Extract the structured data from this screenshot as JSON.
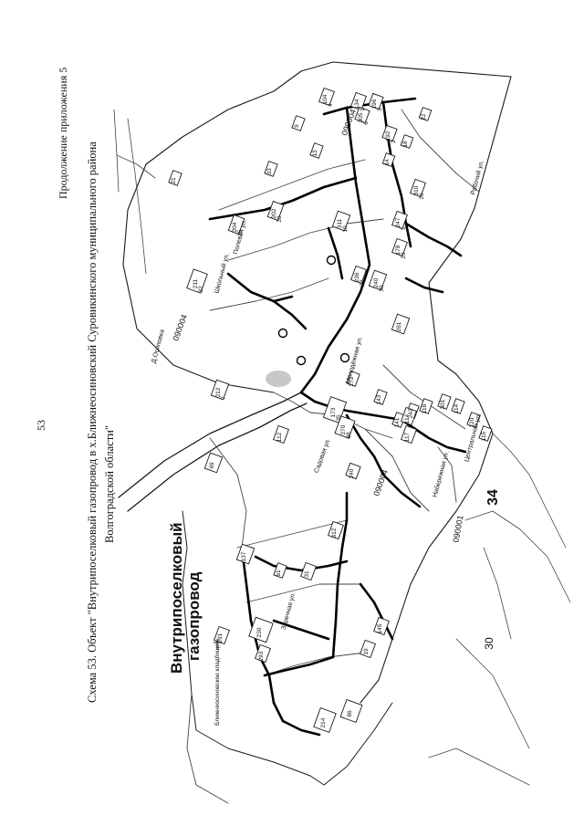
{
  "page": {
    "number": "53",
    "continuation": "Продолжение приложения 5"
  },
  "caption": {
    "line1": "Схема 53. Объект \"Внутрипоселковый газопровод в х.Ближнеосиновский Суровикинского муниципального района",
    "line2": "Волгоградской области\""
  },
  "legend": {
    "title_line1": "Внутрипоселковый",
    "title_line2": "газопровод",
    "color": "#111111"
  },
  "map": {
    "colors": {
      "line": "#1a1a1a",
      "thin": "#444444",
      "gas": "#000000",
      "grey": "#9a9a9a"
    },
    "cadastral": [
      "090004",
      "090004",
      "090001",
      "090004"
    ],
    "quarters": [
      "34",
      "30"
    ],
    "streets": [
      "Рабочий ул.",
      "Школьный ул.",
      "Д.Осиповка",
      "Садовая ул.",
      "Заречная ул.",
      "Центральная ул.",
      "Набережная ул.",
      "Молодёжная ул.",
      "Полевая ул."
    ],
    "cemetery": "Ближнеосиновское кладбище",
    "plots": [
      "204",
      "202",
      "211",
      "212",
      "104",
      "134",
      "196",
      "192",
      "247",
      "305",
      "311",
      "178",
      "310",
      "236",
      "240",
      "173",
      "270",
      "261",
      "272",
      "143",
      "141",
      "242",
      "116",
      "301",
      "114",
      "120",
      "115",
      "114",
      "117",
      "240",
      "137",
      "291",
      "293",
      "230",
      "214",
      "86",
      "69",
      "61",
      "31",
      "112",
      "312",
      "145",
      "19",
      "21",
      "33",
      "13",
      "9",
      "14",
      "18",
      "22",
      "25",
      "28",
      "32",
      "7",
      "4",
      "1",
      "3",
      "2",
      "5",
      "6",
      "10",
      "23",
      "26",
      "27",
      "30",
      "35",
      "38"
    ]
  }
}
